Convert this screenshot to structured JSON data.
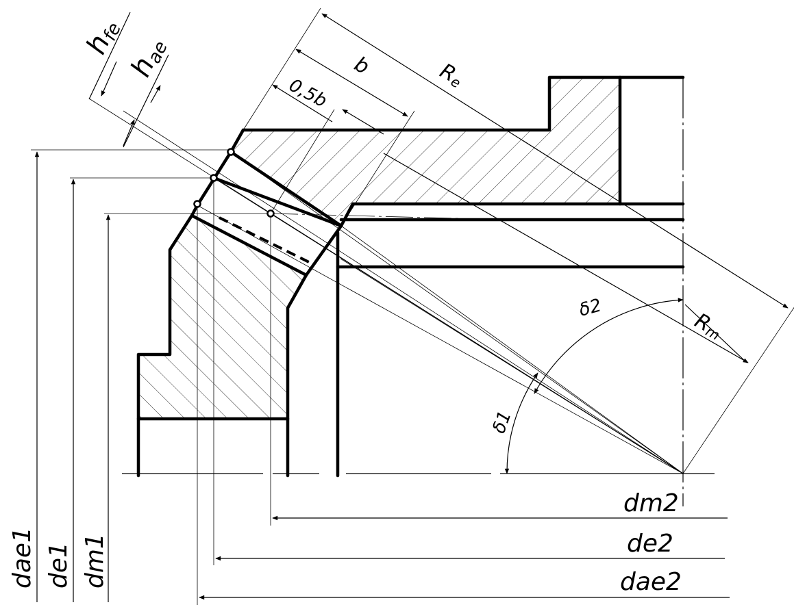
{
  "labels": {
    "h_fe": "h",
    "h_fe_sub": "fe",
    "h_ae": "h",
    "h_ae_sub": "ae",
    "half_b": "0,5b",
    "b": "b",
    "Re": "R",
    "Re_sub": "e",
    "Rm": "R",
    "Rm_sub": "m",
    "delta2": "δ2",
    "delta1": "δ1",
    "dm2": "dm2",
    "de2": "de2",
    "dae2": "dae2",
    "dae1": "dae1",
    "de1": "de1",
    "dm1": "dm1"
  }
}
